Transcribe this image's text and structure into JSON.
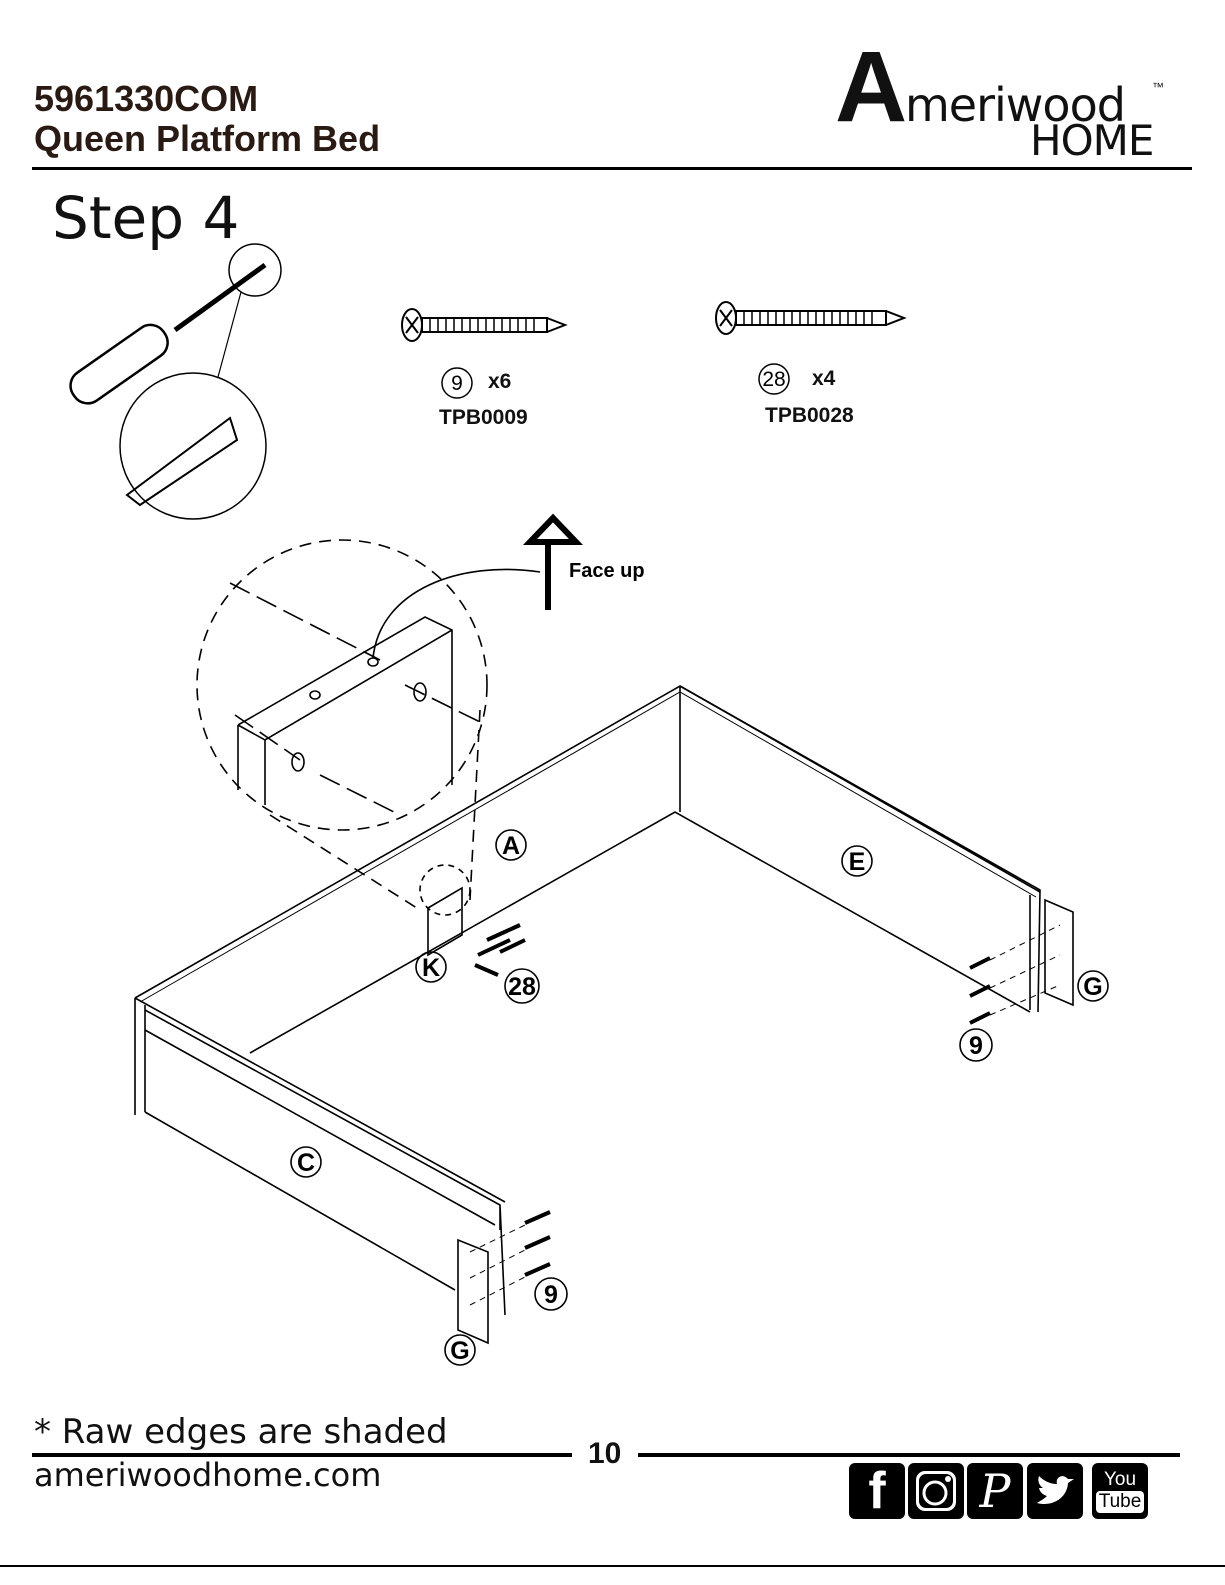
{
  "header": {
    "product_code": "5961330COM",
    "product_name": "Queen Platform Bed",
    "brand_initial": "A",
    "brand_rest": "meriwood",
    "brand_sub": "HOME",
    "trademark": "™"
  },
  "step": {
    "title": "Step 4"
  },
  "hardware": [
    {
      "number": "9",
      "quantity": "x6",
      "part_code": "TPB0009"
    },
    {
      "number": "28",
      "quantity": "x4",
      "part_code": "TPB0028"
    }
  ],
  "diagram": {
    "face_up": "Face up",
    "labels": {
      "a": "A",
      "e": "E",
      "k": "K",
      "screw28": "28",
      "g_right": "G",
      "screw9_right": "9",
      "c": "C",
      "screw9_left": "9",
      "g_left": "G"
    }
  },
  "footer": {
    "note": "* Raw edges are shaded",
    "website": "ameriwoodhome.com",
    "page_number": "10",
    "social": [
      {
        "icon": "facebook-icon",
        "label": "f"
      },
      {
        "icon": "instagram-icon",
        "label": ""
      },
      {
        "icon": "pinterest-icon",
        "label": "P"
      },
      {
        "icon": "twitter-icon",
        "label": ""
      },
      {
        "icon": "youtube-icon",
        "label_top": "You",
        "label_bottom": "Tube"
      }
    ]
  }
}
